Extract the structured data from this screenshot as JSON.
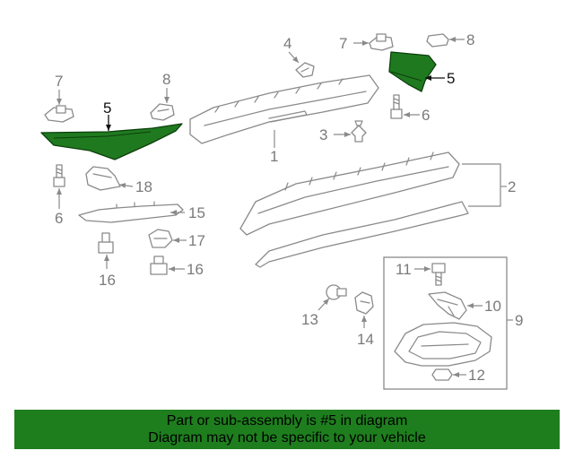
{
  "callouts": {
    "c1": "1",
    "c2": "2",
    "c3": "3",
    "c4": "4",
    "c5_left": "5",
    "c5_right": "5",
    "c6_left": "6",
    "c6_right": "6",
    "c7_left": "7",
    "c7_right": "7",
    "c8_left": "8",
    "c8_right": "8",
    "c9": "9",
    "c10": "10",
    "c11": "11",
    "c12": "12",
    "c13": "13",
    "c14": "14",
    "c15": "15",
    "c16_lower": "16",
    "c16_right": "16",
    "c17": "17",
    "c18": "18"
  },
  "banner": {
    "line1": "Part or sub-assembly is #5 in diagram",
    "line2": "Diagram may not be specific to your vehicle"
  },
  "colors": {
    "highlight": "#1f7a1f",
    "banner": "#1e7e1e",
    "line": "#8a8a8a"
  }
}
